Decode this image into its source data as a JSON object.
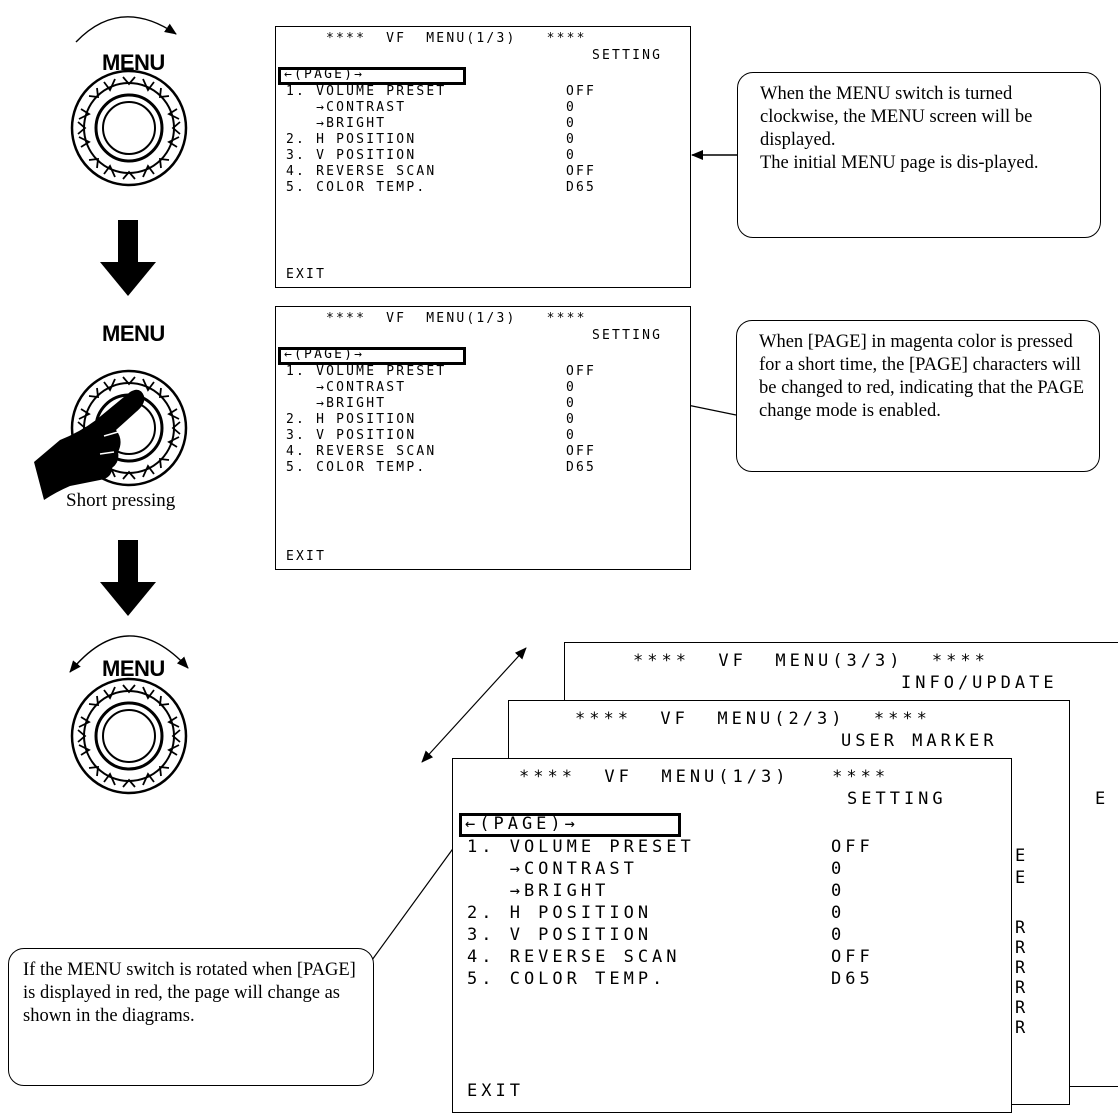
{
  "knobs": {
    "label": "MENU",
    "short_press_caption": "Short pressing"
  },
  "small_screen": {
    "title": "****  VF  MENU(1/3)   ****",
    "subtitle": "SETTING",
    "page_row": "←(PAGE)→",
    "items": [
      {
        "label": "1. VOLUME PRESET",
        "value": "OFF"
      },
      {
        "label": "   →CONTRAST",
        "value": "0"
      },
      {
        "label": "   →BRIGHT",
        "value": "0"
      },
      {
        "label": "2. H POSITION",
        "value": "0"
      },
      {
        "label": "3. V POSITION",
        "value": "0"
      },
      {
        "label": "4. REVERSE SCAN",
        "value": "OFF"
      },
      {
        "label": "5. COLOR TEMP.",
        "value": "D65"
      }
    ],
    "exit": "EXIT"
  },
  "stack": {
    "page3": {
      "title": "****  VF  MENU(3/3)  ****",
      "subtitle": "INFO/UPDATE",
      "peek": "E"
    },
    "page2": {
      "title": "****  VF  MENU(2/3)  ****",
      "subtitle": "USER MARKER",
      "peek": [
        "E",
        "E",
        "R",
        "R",
        "R",
        "R",
        "R",
        "R"
      ]
    }
  },
  "callouts": {
    "c1": "When the MENU switch is turned clockwise, the MENU screen will be displayed.\nThe initial MENU page is dis-played.",
    "c2": "When [PAGE] in magenta color is pressed for a short time, the [PAGE] characters will be changed to red, indicating that the PAGE change mode is enabled.",
    "c3": "If the MENU switch is rotated when [PAGE] is displayed in red, the page will change as shown in the diagrams."
  }
}
